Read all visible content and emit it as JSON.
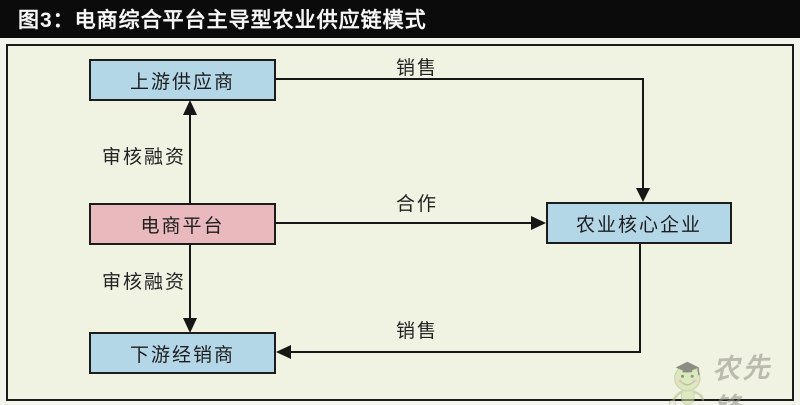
{
  "title": "图3：电商综合平台主导型农业供应链模式",
  "diagram": {
    "nodes": {
      "upstream": "上游供应商",
      "platform": "电商平台",
      "downstream": "下游经销商",
      "core": "农业核心企业"
    },
    "edge_labels": {
      "financing_up": "审核融资",
      "financing_down": "审核融资",
      "cooperation": "合作",
      "sales_top": "销售",
      "sales_bottom": "销售"
    },
    "edges": [
      {
        "from": "电商平台",
        "to": "上游供应商",
        "label": "审核融资",
        "direction": "up"
      },
      {
        "from": "电商平台",
        "to": "下游经销商",
        "label": "审核融资",
        "direction": "down"
      },
      {
        "from": "电商平台",
        "to": "农业核心企业",
        "label": "合作",
        "direction": "right"
      },
      {
        "from": "上游供应商",
        "to": "农业核心企业",
        "label": "销售",
        "direction": "right-then-down"
      },
      {
        "from": "农业核心企业",
        "to": "下游经销商",
        "label": "销售",
        "direction": "down-then-left"
      }
    ]
  },
  "watermark": {
    "brand": "农先锋",
    "mascot": "mascot-cartoon-graduation-cap"
  },
  "colors": {
    "title_bar_bg": "#0b0b0b",
    "title_text": "#f7f7f7",
    "canvas_bg": "#f0f2e2",
    "border": "#1b1b1b",
    "node_blue": "#b4d7e8",
    "node_pink": "#e9b9bd",
    "arrow": "#161616",
    "watermark_text": "#8f8f82",
    "mascot_green": "#c8dd9c"
  }
}
